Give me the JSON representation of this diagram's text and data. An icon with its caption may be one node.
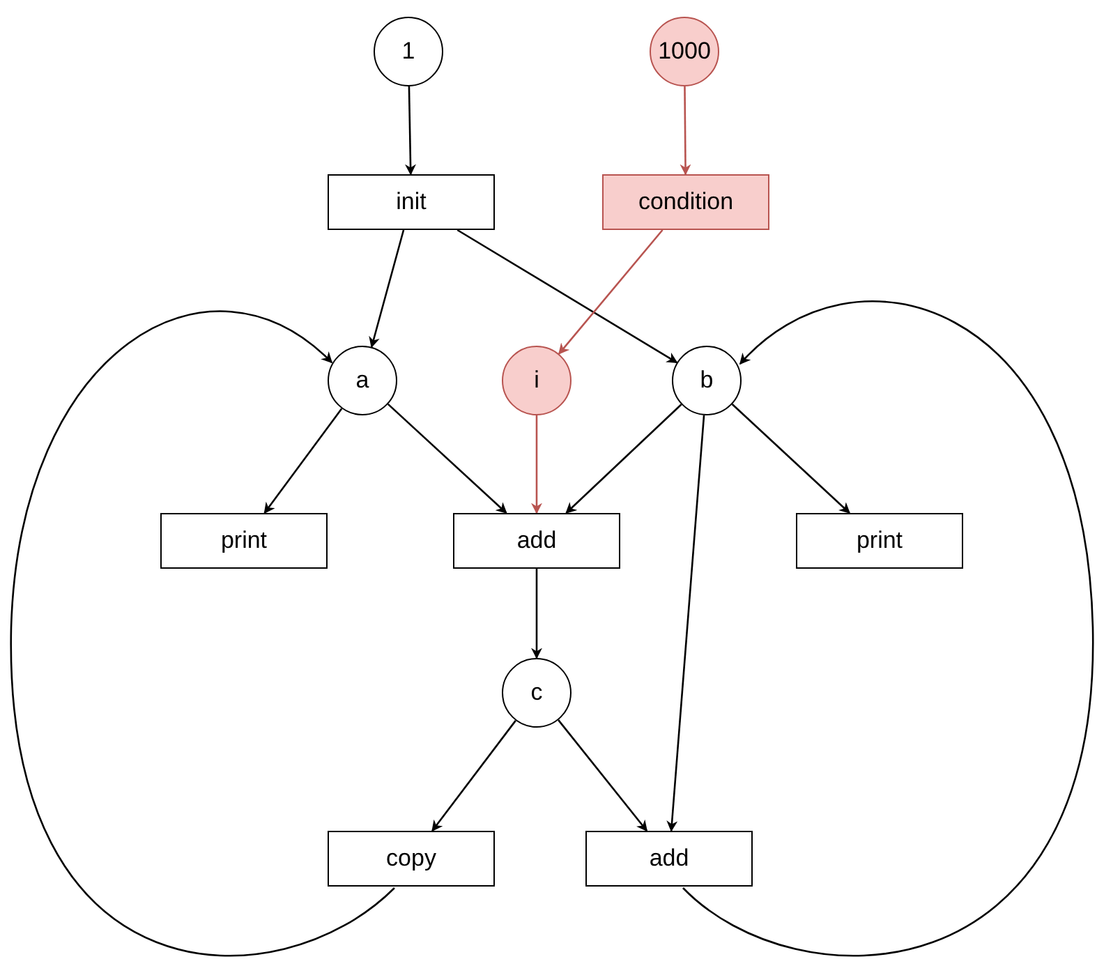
{
  "diagram": {
    "nodes": [
      {
        "text": [
          "1"
        ]
      },
      {
        "text": [
          "1000"
        ]
      },
      {
        "text": [
          "init"
        ]
      },
      {
        "text": [
          "condition"
        ]
      },
      {
        "text": [
          "a"
        ]
      },
      {
        "text": [
          "i"
        ]
      },
      {
        "text": [
          "b"
        ]
      },
      {
        "text": [
          "print"
        ]
      },
      {
        "text": [
          "add"
        ]
      },
      {
        "text": [
          "print"
        ]
      },
      {
        "text": [
          "c"
        ]
      },
      {
        "text": [
          "copy"
        ]
      },
      {
        "text": [
          "add"
        ]
      }
    ],
    "edges": [
      {
        "from": 0,
        "to": 2,
        "arrow": "to"
      },
      {
        "from": 1,
        "to": 3,
        "arrow": "to",
        "color": "#b85450"
      },
      {
        "from": 2,
        "to": 4,
        "arrow": "to"
      },
      {
        "from": 2,
        "to": 6,
        "arrow": "to"
      },
      {
        "from": 3,
        "to": 5,
        "arrow": "to",
        "color": "#b85450"
      },
      {
        "from": 4,
        "to": 7,
        "arrow": "to"
      },
      {
        "from": 4,
        "to": 8,
        "arrow": "to"
      },
      {
        "from": 5,
        "to": 8,
        "arrow": "to",
        "color": "#b85450"
      },
      {
        "from": 6,
        "to": 8,
        "arrow": "to"
      },
      {
        "from": 6,
        "to": 9,
        "arrow": "to"
      },
      {
        "from": 6,
        "to": 12,
        "arrow": "to"
      },
      {
        "from": 8,
        "to": 10,
        "arrow": "to"
      },
      {
        "from": 10,
        "to": 11,
        "arrow": "to"
      },
      {
        "from": 10,
        "to": 12,
        "arrow": "to"
      },
      {
        "from": 11,
        "to": 4,
        "arrow": "to"
      },
      {
        "from": 12,
        "to": 6,
        "arrow": "to"
      }
    ]
  }
}
